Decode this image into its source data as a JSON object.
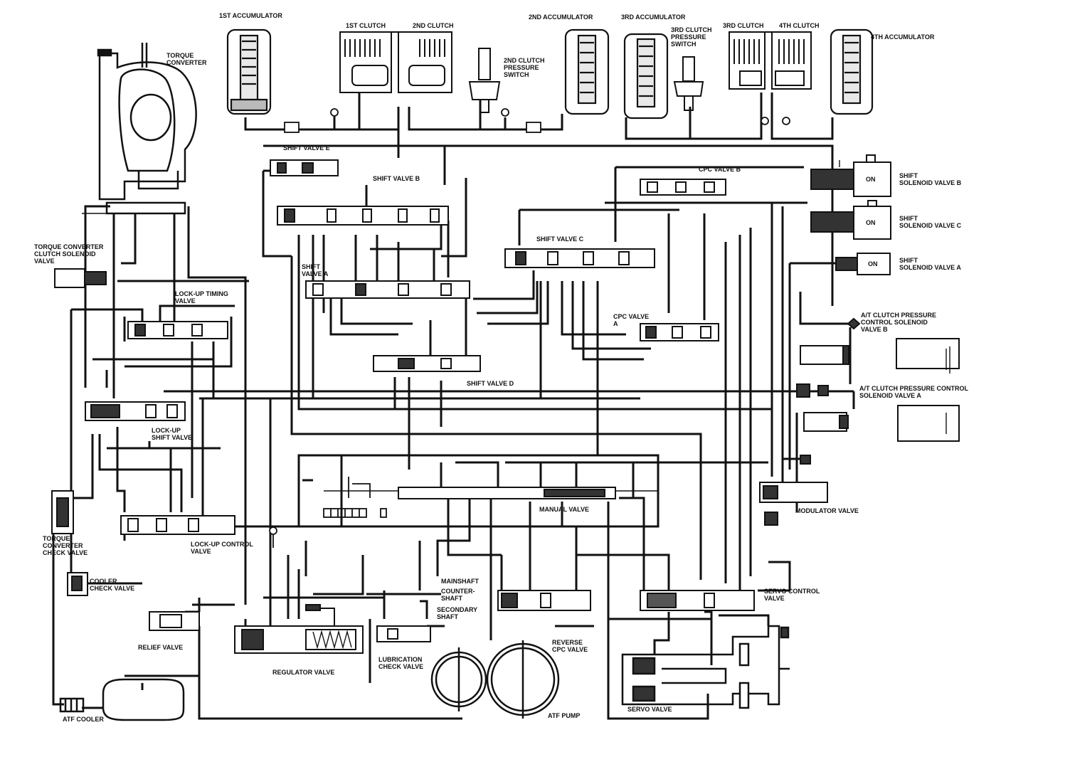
{
  "diagram": {
    "labels": {
      "acc1": "1ST ACCUMULATOR",
      "clutch1": "1ST CLUTCH",
      "clutch2": "2ND CLUTCH",
      "clutch2_switch": "2ND CLUTCH\nPRESSURE\nSWITCH",
      "acc2": "2ND ACCUMULATOR",
      "acc3": "3RD ACCUMULATOR",
      "clutch3_switch": "3RD CLUTCH\nPRESSURE\nSWITCH",
      "clutch3": "3RD CLUTCH",
      "clutch4": "4TH CLUTCH",
      "acc4": "4TH ACCUMULATOR",
      "torque_converter": "TORQUE\nCONVERTER",
      "shift_valve_e": "SHIFT VALVE E",
      "shift_valve_b": "SHIFT VALVE B",
      "cpc_valve_b": "CPC VALVE B",
      "shift_solenoid_b": "SHIFT\nSOLENOID VALVE B",
      "shift_solenoid_c": "SHIFT\nSOLENOID VALVE C",
      "shift_solenoid_a": "SHIFT\nSOLENOID VALVE A",
      "tc_clutch_solenoid": "TORQUE CONVERTER\nCLUTCH SOLENOID\nVALVE",
      "shift_valve_c": "SHIFT VALVE C",
      "shift_valve_a": "SHIFT\nVALVE A",
      "lockup_timing": "LOCK-UP TIMING\nVALVE",
      "cpc_valve_a": "CPC VALVE\nA",
      "at_clutch_sol_b": "A/T CLUTCH PRESSURE\nCONTROL SOLENOID\nVALVE B",
      "shift_valve_d": "SHIFT VALVE D",
      "at_clutch_sol_a": "A/T CLUTCH PRESSURE CONTROL\nSOLENOID VALVE A",
      "lockup_shift": "LOCK-UP\nSHIFT  VALVE",
      "manual_valve": "MANUAL VALVE",
      "modulator": "MODULATOR VALVE",
      "tc_check": "TORQUE\nCONVERTER\nCHECK VALVE",
      "lockup_control": "LOCK-UP CONTROL\nVALVE",
      "cooler_check": "COOLER\nCHECK VALVE",
      "mainshaft": "MAINSHAFT",
      "countershaft": "COUNTER-\nSHAFT",
      "secondary_shaft": "SECONDARY\nSHAFT",
      "servo_control": "SERVO CONTROL\nVALVE",
      "relief": "RELIEF VALVE",
      "reverse_cpc": "REVERSE\nCPC VALVE",
      "regulator": "REGULATOR VALVE",
      "lubrication": "LUBRICATION\nCHECK VALVE",
      "atf_pump": "ATF PUMP",
      "servo_valve": "SERVO VALVE",
      "atf_cooler": "ATF COOLER",
      "solenoid_on": "ON"
    }
  }
}
